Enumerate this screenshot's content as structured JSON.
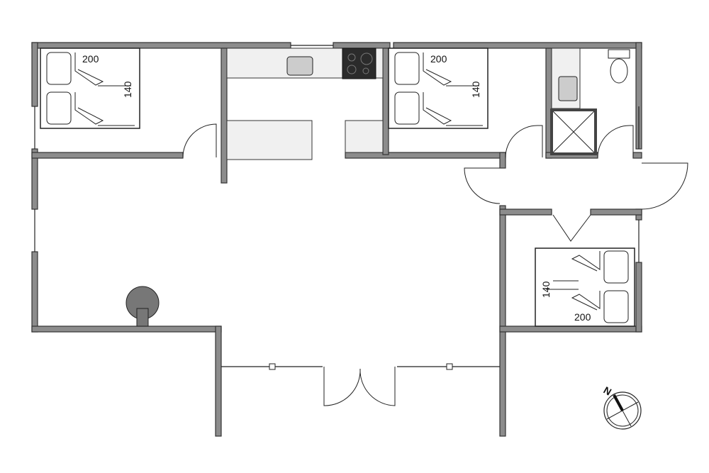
{
  "bedrooms": [
    {
      "length_label": "200",
      "width_label": "140"
    },
    {
      "length_label": "200",
      "width_label": "140"
    },
    {
      "length_label": "200",
      "width_label": "140"
    }
  ],
  "compass": {
    "north_label": "N"
  },
  "colors": {
    "wall": "#8c8c8c",
    "counter": "#f0f0f0",
    "stove": "#2b2b2b"
  }
}
